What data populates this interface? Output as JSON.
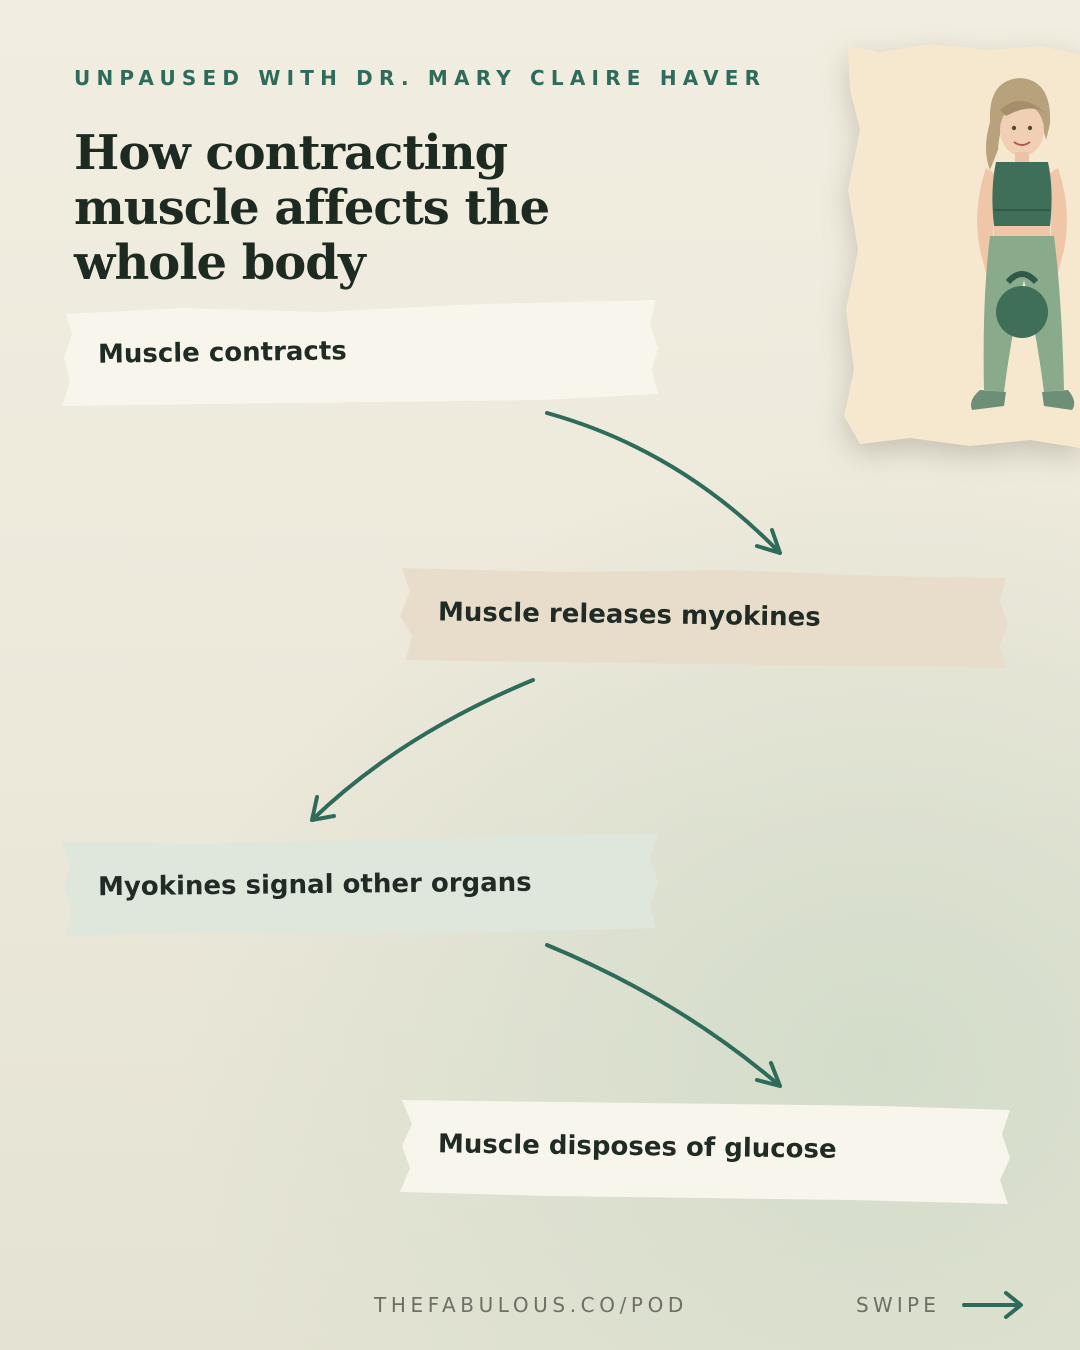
{
  "header": {
    "kicker": "UNPAUSED WITH DR. MARY CLAIRE HAVER",
    "title": "How contracting muscle affects the whole body"
  },
  "flow": {
    "steps": [
      {
        "label": "Muscle contracts",
        "color": "#f8f5ec"
      },
      {
        "label": "Muscle releases myokines",
        "color": "#e8ddcb"
      },
      {
        "label": "Myokines signal other organs",
        "color": "#dfe6dc"
      },
      {
        "label": "Muscle disposes of glucose",
        "color": "#f8f5ec"
      }
    ],
    "arrow_color": "#2f6b5b"
  },
  "illustration": {
    "icon": "woman-kettlebell-illustration-icon"
  },
  "footer": {
    "url": "THEFABULOUS.CO/POD",
    "swipe_label": "SWIPE",
    "swipe_icon": "arrow-right-icon"
  }
}
